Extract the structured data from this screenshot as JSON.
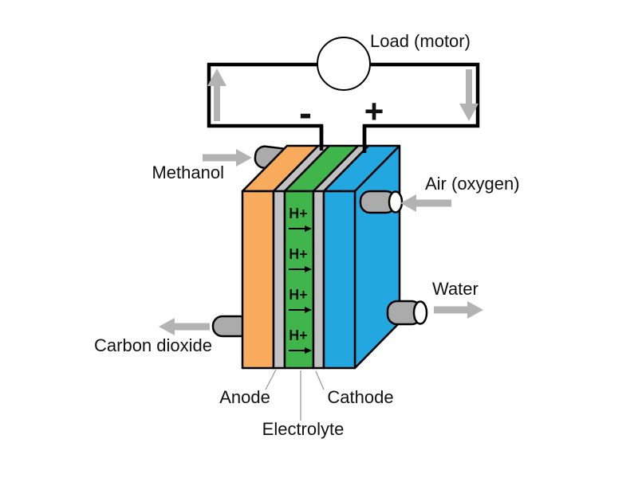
{
  "colors": {
    "background": "#FFFFFF",
    "outline": "#000000",
    "anode_plate": "#F8AB5D",
    "electrode": "#C2C2C2",
    "electrolyte": "#3FB54B",
    "cathode_plate": "#22A7E0",
    "pipe": "#ABABAB",
    "pipe_opening": "#FFFFFF",
    "flow_arrow": "#B3B3B3",
    "leader_line": "#9B9B9B"
  },
  "circuit": {
    "load_label": "Load (motor)",
    "negative_sign": "-",
    "positive_sign": "+"
  },
  "flows": {
    "methanol_label": "Methanol",
    "air_label": "Air (oxygen)",
    "water_label": "Water",
    "carbon_dioxide_label": "Carbon dioxide"
  },
  "cell": {
    "anode_label": "Anode",
    "cathode_label": "Cathode",
    "electrolyte_label": "Electrolyte",
    "proton_label": "H+",
    "proton_count": 4
  }
}
